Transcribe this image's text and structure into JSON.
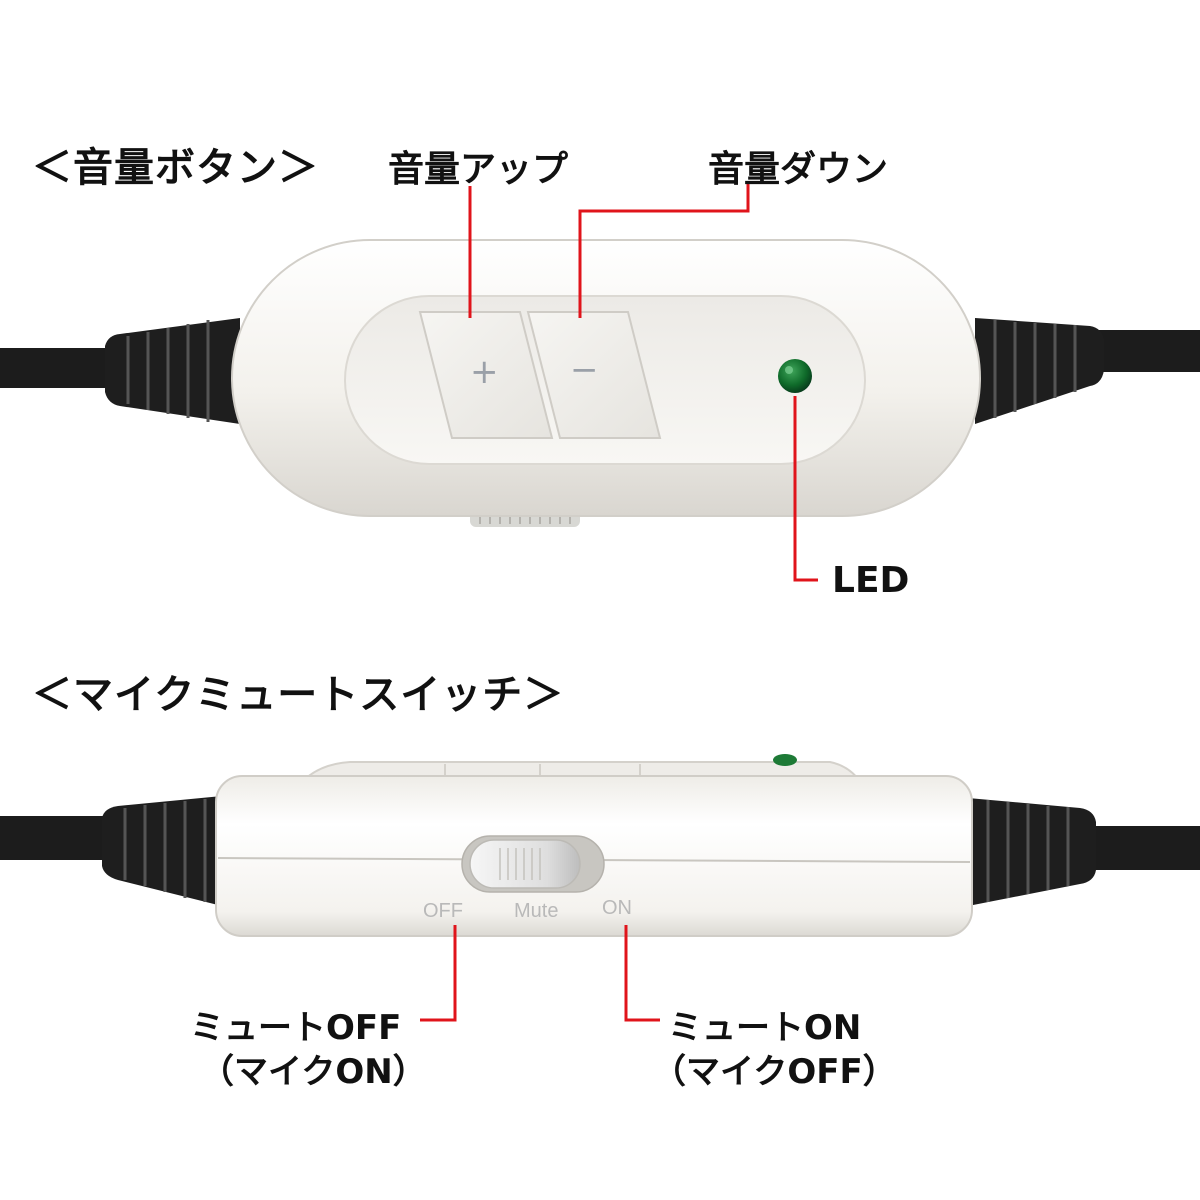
{
  "volume_section": {
    "heading": "＜音量ボタン＞",
    "volume_up_label": "音量アップ",
    "volume_down_label": "音量ダウン",
    "led_label": "LED",
    "plus_symbol": "+",
    "minus_symbol": "−"
  },
  "mute_section": {
    "heading": "＜マイクミュートスイッチ＞",
    "switch_labels": {
      "off": "OFF",
      "mute": "Mute",
      "on": "ON"
    },
    "mute_off_line1": "ミュートOFF",
    "mute_off_line2": "（マイクON）",
    "mute_on_line1": "ミュートON",
    "mute_on_line2": "（マイクOFF）"
  },
  "colors": {
    "callout_line": "#e0141b",
    "body_white": "#f4f2ee",
    "cable": "#1c1c1c",
    "led_green": "#0f6b2a",
    "switch_text": "#b9b9b9"
  },
  "icons": {
    "led": "led-indicator-icon",
    "plus": "plus-icon",
    "minus": "minus-icon"
  }
}
